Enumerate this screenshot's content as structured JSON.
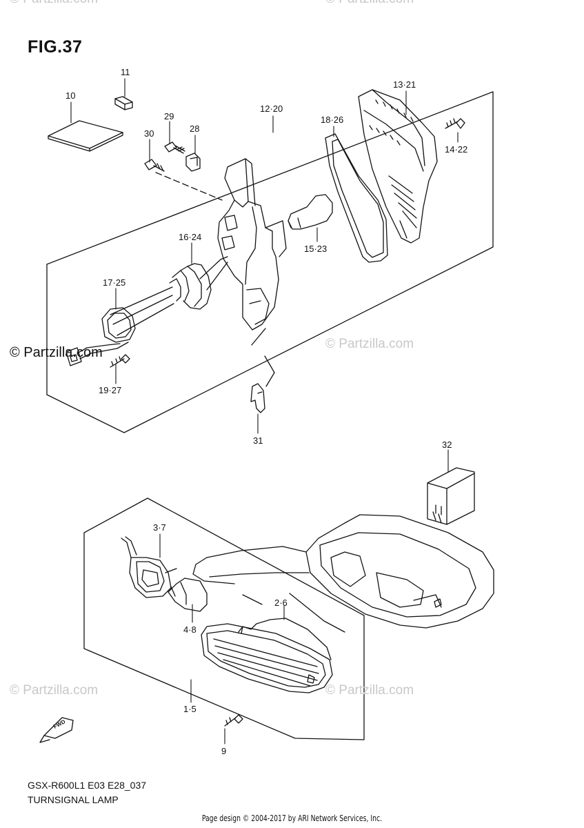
{
  "figure": {
    "title": "FIG.37",
    "model_code": "GSX-R600L1  E03  E28_037",
    "part_name": "TURNSIGNAL LAMP",
    "credit": "Page design © 2004-2017 by ARI Network Services, Inc."
  },
  "watermarks": {
    "text": "© Partzilla.com",
    "top_left": "© Partzilla.com",
    "top_right": "© Partzilla.com"
  },
  "fwd_label": "FWD",
  "callouts": [
    {
      "id": "c11",
      "label": "11"
    },
    {
      "id": "c10",
      "label": "10"
    },
    {
      "id": "c29",
      "label": "29"
    },
    {
      "id": "c30",
      "label": "30"
    },
    {
      "id": "c28",
      "label": "28"
    },
    {
      "id": "c12",
      "label": "12·20"
    },
    {
      "id": "c18",
      "label": "18·26"
    },
    {
      "id": "c13",
      "label": "13·21"
    },
    {
      "id": "c14",
      "label": "14·22"
    },
    {
      "id": "c15",
      "label": "15·23"
    },
    {
      "id": "c16",
      "label": "16·24"
    },
    {
      "id": "c17",
      "label": "17·25"
    },
    {
      "id": "c19",
      "label": "19·27"
    },
    {
      "id": "c31",
      "label": "31"
    },
    {
      "id": "c32",
      "label": "32"
    },
    {
      "id": "c3",
      "label": "3·7"
    },
    {
      "id": "c2",
      "label": "2·6"
    },
    {
      "id": "c4",
      "label": "4·8"
    },
    {
      "id": "c1",
      "label": "1·5"
    },
    {
      "id": "c9",
      "label": "9"
    }
  ]
}
